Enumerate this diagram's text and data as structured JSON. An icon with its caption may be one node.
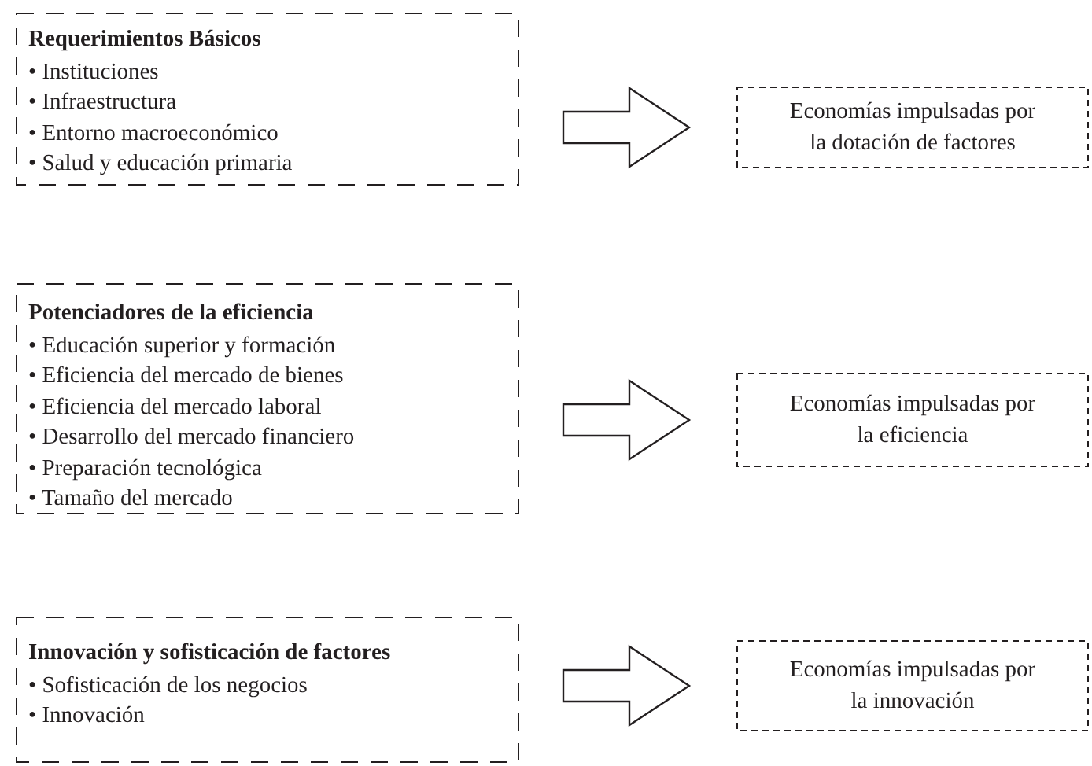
{
  "diagram": {
    "nodes": [
      {
        "text": [
          "Requerimientos Básicos",
          "• Instituciones",
          "• Infraestructura",
          "• Entorno macroeconómico",
          "• Salud y educación primaria"
        ]
      },
      {
        "text": [
          "Economías impulsadas por la dotación de factores"
        ]
      },
      {
        "text": [
          "Potenciadores de la eficiencia",
          "• Educación superior y formación",
          "• Eficiencia del mercado de bienes",
          "• Eficiencia del mercado laboral",
          "• Desarrollo del mercado financiero",
          "• Preparación tecnológica",
          "• Tamaño del mercado"
        ]
      },
      {
        "text": [
          "Economías impulsadas por la eficiencia"
        ]
      },
      {
        "text": [
          "Innovación y sofisticación de factores",
          "• Sofisticación de los negocios",
          "• Innovación"
        ]
      },
      {
        "text": [
          "Economías impulsadas por la innovación"
        ]
      }
    ],
    "edges": [
      {
        "from": 0,
        "to": 1,
        "arrow": "to"
      },
      {
        "from": 2,
        "to": 3,
        "arrow": "to"
      },
      {
        "from": 4,
        "to": 5,
        "arrow": "to"
      }
    ]
  }
}
